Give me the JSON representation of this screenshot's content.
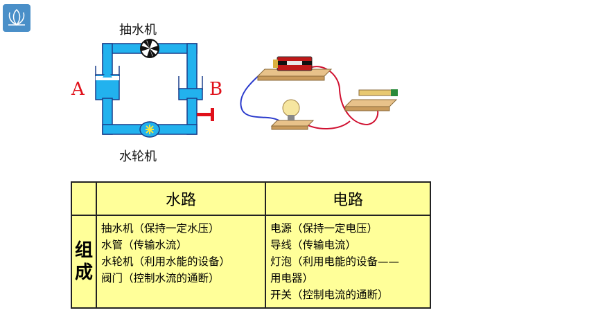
{
  "water_circuit": {
    "pump_label": "抽水机",
    "turbine_label": "水轮机",
    "label_a": "A",
    "label_b": "B"
  },
  "table": {
    "col_water": "水路",
    "col_circuit": "电路",
    "row_header": "组成",
    "water_items": [
      "抽水机（保持一定水压）",
      "水管（传输水流）",
      "水轮机（利用水能的设备）",
      "阀门（控制水流的通断）"
    ],
    "circuit_items": [
      "电源（保持一定电压）",
      "导线（传输电流）",
      "灯泡（利用电能的设备——",
      "用电器）",
      "开关（控制电流的通断）"
    ]
  },
  "colors": {
    "water": "#22b2ee",
    "pipe_outline": "#1a3d8a",
    "table_bg": "#ffff99",
    "label_red": "#e0101a"
  }
}
